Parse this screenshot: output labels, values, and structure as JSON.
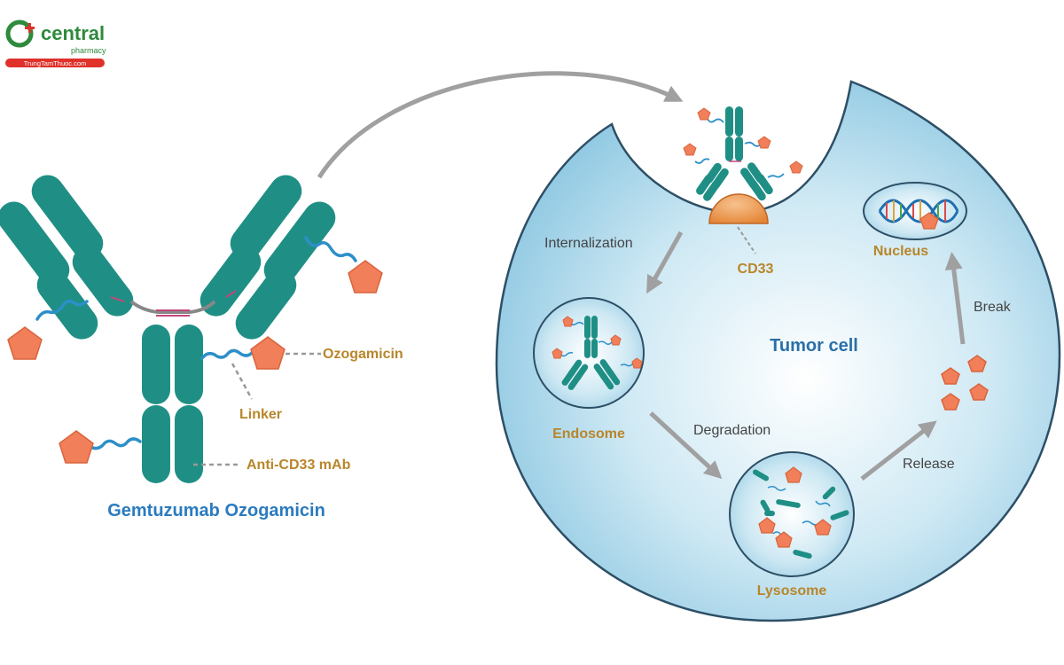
{
  "logo": {
    "name": "central",
    "sub": "pharmacy",
    "url": "TrungTamThuoc.com"
  },
  "labels": {
    "drug_name": "Gemtuzumab Ozogamicin",
    "ozogamicin": "Ozogamicin",
    "linker": "Linker",
    "antibody": "Anti-CD33 mAb",
    "internalization": "Internalization",
    "cd33": "CD33",
    "tumor_cell": "Tumor cell",
    "endosome": "Endosome",
    "degradation": "Degradation",
    "lysosome": "Lysosome",
    "release": "Release",
    "break": "Break",
    "nucleus": "Nucleus"
  },
  "colors": {
    "antibody": "#1f8f85",
    "payload": "#f07f5a",
    "linker": "#2d8fc8",
    "cell": "#a9d6ea",
    "label_gold": "#b8862b",
    "title_blue": "#2a7bbf",
    "arrow": "#a0a0a0"
  }
}
